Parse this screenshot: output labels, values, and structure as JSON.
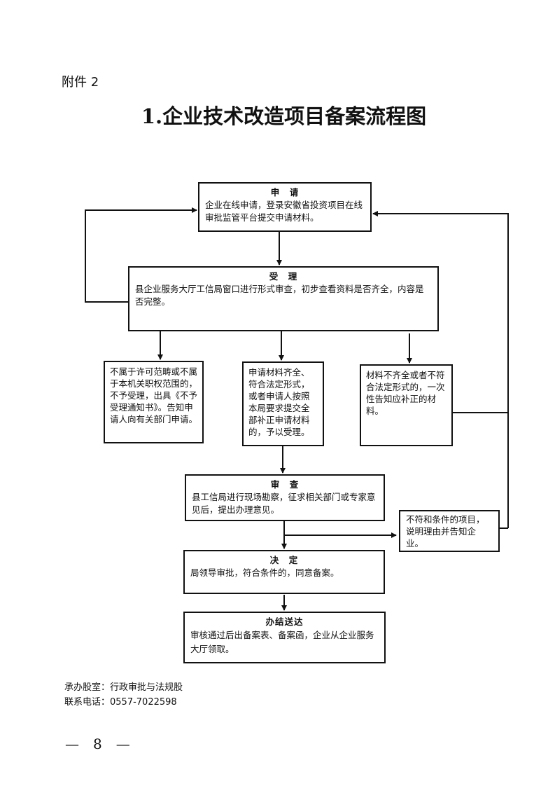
{
  "header": {
    "attachment_label": "附件 2",
    "title": "1.企业技术改造项目备案流程图"
  },
  "flowchart": {
    "apply": {
      "heading": "申　请",
      "body": "企业在线申请，登录安徽省投资项目在线审批监管平台提交申请材料。"
    },
    "accept": {
      "heading": "受　理",
      "body": "县企业服务大厅工信局窗口进行形式审查，初步查看资料是否齐全，内容是否完整。"
    },
    "reject_scope": {
      "body": "不属于许可范畴或不属于本机关职权范围的，不予受理，出具《不予受理通知书》。告知申请人向有关部门申请。"
    },
    "accepted": {
      "body": "申请材料齐全、符合法定形式，或者申请人按照本局要求提交全部补正申请材料的，予以受理。"
    },
    "incomplete": {
      "body": "材料不齐全或者不符合法定形式的，一次性告知应补正的材料。"
    },
    "review": {
      "heading": "审　查",
      "body": "县工信局进行现场勘察，征求相关部门或专家意见后，提出办理意见。"
    },
    "not_qualified": {
      "body": "不符和条件的项目，说明理由并告知企业。"
    },
    "decision": {
      "heading": "决　定",
      "body": "局领导审批，符合条件的，同意备案。"
    },
    "delivery": {
      "heading": "办结送达",
      "body": "审核通过后出备案表、备案函，企业从企业服务大厅领取。"
    }
  },
  "footer": {
    "department": "承办股室：行政审批与法规股",
    "phone": "联系电话：0557-7022598",
    "page_number": "—　8　—"
  }
}
